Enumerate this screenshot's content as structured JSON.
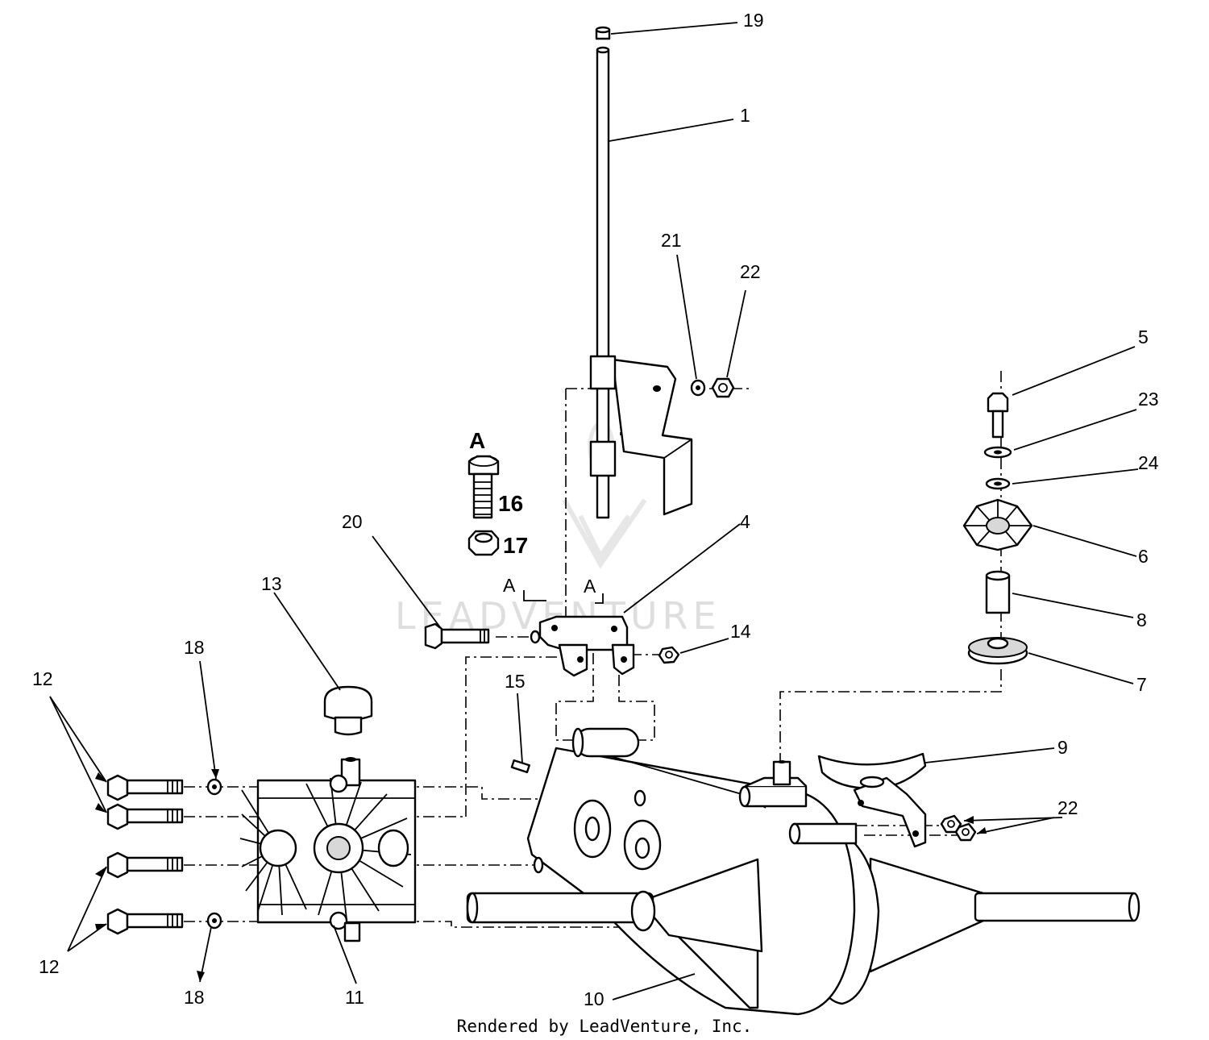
{
  "callouts": {
    "c1": "1",
    "c4": "4",
    "c5": "5",
    "c6": "6",
    "c7": "7",
    "c8": "8",
    "c9": "9",
    "c10": "10",
    "c11": "11",
    "c12a": "12",
    "c12b": "12",
    "c13": "13",
    "c14": "14",
    "c15": "15",
    "c18a": "18",
    "c18b": "18",
    "c19": "19",
    "c20": "20",
    "c21": "21",
    "c22a": "22",
    "c22b": "22",
    "c23": "23",
    "c24": "24"
  },
  "detail_a": {
    "letter": "A",
    "bolt_number": "16",
    "nut_number": "17"
  },
  "section_marks": {
    "left": "A",
    "right": "A"
  },
  "watermark": "LEADVENTURE",
  "credit": "Rendered by LeadVenture, Inc."
}
